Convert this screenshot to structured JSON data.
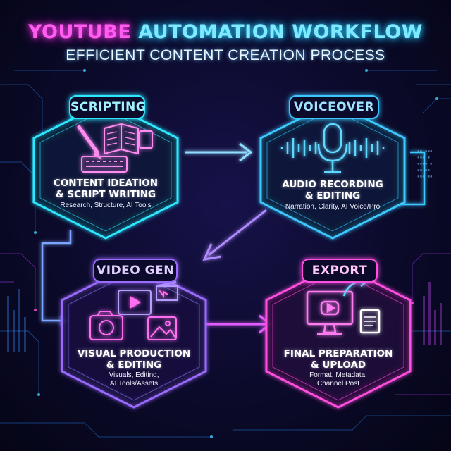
{
  "header": {
    "title_part1": "YOUTUBE",
    "title_part2": "AUTOMATION WORKFLOW",
    "subtitle": "EFFICIENT CONTENT CREATION PROCESS"
  },
  "steps": [
    {
      "label": "SCRIPTING",
      "heading_line1": "CONTENT IDEATION",
      "heading_line2": "& SCRIPT WRITING",
      "detail_line1": "Research, Structure, AI Tools",
      "detail_line2": "",
      "color": "#2fe6ff",
      "icon": "pencil-book-keyboard-icon"
    },
    {
      "label": "VOICEOVER",
      "heading_line1": "AUDIO RECORDING",
      "heading_line2": "& EDITING",
      "detail_line1": "Narration, Clarity, AI Voice/Pro",
      "detail_line2": "",
      "color": "#3cc8ff",
      "icon": "microphone-waveform-icon"
    },
    {
      "label": "VIDEO GEN",
      "heading_line1": "VISUAL PRODUCTION",
      "heading_line2": "& EDITING",
      "detail_line1": "Visuals, Editing,",
      "detail_line2": "AI Tools/Assets",
      "color": "#9b6bff",
      "icon": "camera-clapper-image-icon"
    },
    {
      "label": "EXPORT",
      "heading_line1": "FINAL PREPARATION",
      "heading_line2": "& UPLOAD",
      "detail_line1": "Format, Metadata,",
      "detail_line2": "Channel Post",
      "color": "#ff4fe0",
      "icon": "monitor-upload-icon"
    }
  ]
}
